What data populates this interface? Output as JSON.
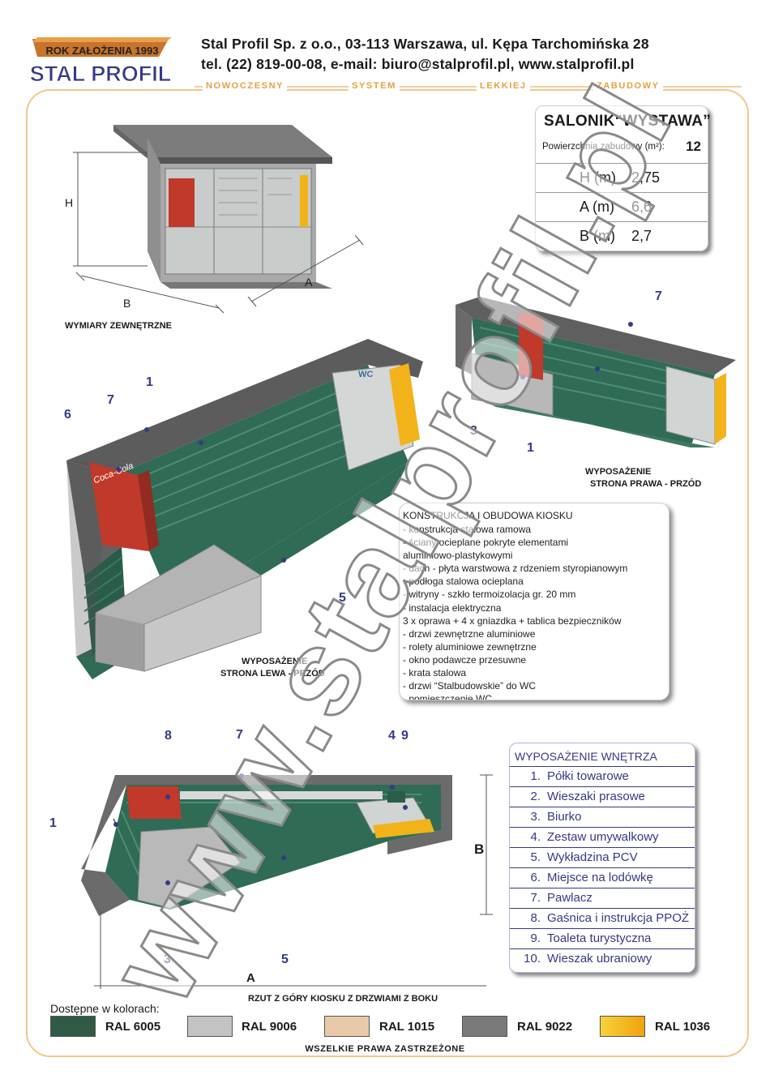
{
  "logo": {
    "year_text": "ROK ZAŁOŻENIA 1993",
    "brand": "STAL PROFIL"
  },
  "header": {
    "line1": "Stal Profil Sp. z o.o., 03-113 Warszawa, ul. Kępa Tarchomińska 28",
    "line2": "tel. (22) 819-00-08,  e-mail: biuro@stalprofil.pl,  www.stalprofil.pl",
    "tagline": [
      "NOWOCZESNY",
      "SYSTEM",
      "LEKKIEJ",
      "ZABUDOWY"
    ]
  },
  "spec": {
    "title": "SALONIK“WYSTAWA”",
    "area_label": "Powierzchnia zabudowy (m²):",
    "area_value": "12",
    "rows": [
      {
        "key": "H (m)",
        "value": "2,75"
      },
      {
        "key": "A (m)",
        "value": "6,6"
      },
      {
        "key": "B (m)",
        "value": "2,7"
      }
    ]
  },
  "captions": {
    "external": "WYMIARY ZEWNĘTRZNE",
    "right_front_1": "WYPOSAŻENIE",
    "right_front_2": "STRONA PRAWA - PRZÓD",
    "left_front_1": "WYPOSAŻENIE",
    "left_front_2": "STRONA LEWA - PRZÓD",
    "top_view": "RZUT Z GÓRY KIOSKU Z DRZWIAMI Z BOKU"
  },
  "dims": {
    "H": "H",
    "A": "A",
    "B": "B"
  },
  "signs": {
    "wc": "WC",
    "coke": "Coca-Cola"
  },
  "construction": {
    "title": "KONSTRUKCJA I OBUDOWA KIOSKU",
    "items": [
      "- konstrukcja stalowa ramowa",
      "- ściany ocieplane pokryte elementami",
      "  aluminiowo-plastykowymi",
      "- dach - płyta warstwowa z rdzeniem styropianowym",
      "- podłoga stalowa ocieplana",
      "- witryny - szkło termoizolacja gr. 20 mm",
      "- instalacja elektryczna",
      "  3 x oprawa + 4 x gniazdka + tablica bezpieczników",
      "- drzwi zewnętrzne aluminiowe",
      "- rolety aluminiowe zewnętrzne",
      "- okno podawcze przesuwne",
      "- krata stalowa",
      "- drzwi “Stalbudowskie” do WC",
      "- pomieszczenie WC"
    ]
  },
  "equipment": {
    "title": "WYPOSAŻENIE WNĘTRZA",
    "items": [
      {
        "n": "1.",
        "label": "Półki towarowe"
      },
      {
        "n": "2.",
        "label": "Wieszaki prasowe"
      },
      {
        "n": "3.",
        "label": "Biurko"
      },
      {
        "n": "4.",
        "label": "Zestaw umywalkowy"
      },
      {
        "n": "5.",
        "label": "Wykładzina PCV"
      },
      {
        "n": "6.",
        "label": "Miejsce na lodówkę"
      },
      {
        "n": "7.",
        "label": "Pawlacz"
      },
      {
        "n": "8.",
        "label": "Gaśnica i instrukcja PPOŻ"
      },
      {
        "n": "9.",
        "label": "Toaleta turystyczna"
      },
      {
        "n": "10.",
        "label": "Wieszak ubraniowy"
      }
    ]
  },
  "callouts": {
    "rf": [
      "7",
      "3",
      "1"
    ],
    "lf": [
      "1",
      "7",
      "6",
      "5"
    ],
    "top": [
      "8",
      "7",
      "4",
      "9",
      "1",
      "3",
      "5"
    ]
  },
  "colors_section": {
    "label": "Dostępne w kolorach:",
    "swatches": [
      {
        "name": "RAL 6005",
        "hex": "#2f5a45"
      },
      {
        "name": "RAL 9006",
        "hex": "#c2c3c2"
      },
      {
        "name": "RAL 1015",
        "hex": "#e9c9a8"
      },
      {
        "name": "RAL 9022",
        "hex": "#7a7a7a"
      },
      {
        "name": "RAL 1036",
        "hex": "#f3b217"
      }
    ]
  },
  "copyright": "WSZELKIE PRAWA ZASTRZEŻONE",
  "watermark": "www.stalprofil.pl"
}
